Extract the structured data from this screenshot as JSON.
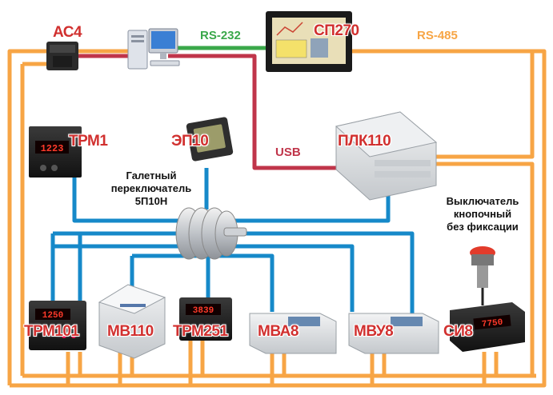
{
  "colors": {
    "rs485": "#f7a545",
    "rs232": "#3aa84a",
    "usb": "#c0354a",
    "blue": "#1689c9",
    "label_red": "#d1302f"
  },
  "buses": {
    "rs232": "RS-232",
    "rs485": "RS-485",
    "usb": "USB"
  },
  "devices": {
    "ac4": "АС4",
    "pc_icon": "computer-icon",
    "sp270": "СП270",
    "trm1": "ТРМ1",
    "ep10": "ЭП10",
    "plk110": "ПЛК110",
    "trm101": "ТРМ101",
    "mv110": "МВ110",
    "trm251": "ТРМ251",
    "mva8": "МВА8",
    "mvu8": "МВУ8",
    "si8": "СИ8"
  },
  "notes": {
    "galet_l1": "Галетный",
    "galet_l2": "переключатель",
    "galet_l3": "5П10Н",
    "btn_l1": "Выключатель",
    "btn_l2": "кнопочный",
    "btn_l3": "без фиксации"
  },
  "displays": {
    "trm1": "1223",
    "trm101": "1250",
    "trm251": "3839",
    "si8": "7750"
  }
}
